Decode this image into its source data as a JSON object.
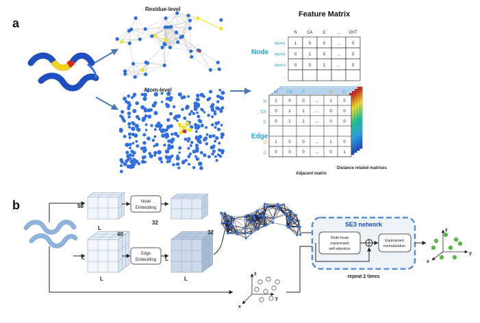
{
  "panel_a": {
    "letter": "a",
    "residue_title": "Residue-level",
    "atom_title": "Atom-level",
    "feature_title": "Feature Matrix",
    "node_label": "Node",
    "edge_label": "Edge",
    "node_matrix": {
      "col_headers": [
        "N",
        "CA",
        "C",
        "...",
        "OXT"
      ],
      "row_headers": [
        "Atom1",
        "Atom2",
        "Atom3",
        "..."
      ],
      "rows": [
        [
          "1",
          "0",
          "0",
          "...",
          "0"
        ],
        [
          "0",
          "1",
          "0",
          "...",
          "0"
        ],
        [
          "0",
          "0",
          "1",
          "...",
          "0"
        ],
        [
          "",
          "",
          "",
          "",
          ""
        ]
      ]
    },
    "edge_matrix": {
      "col_headers": [
        "N",
        "CA",
        "C",
        "...",
        "O",
        "C"
      ],
      "row_headers": [
        "N",
        "CA",
        "C",
        "...",
        "O",
        "C"
      ],
      "rows": [
        [
          "1",
          "0",
          "0",
          "...",
          "1",
          "0"
        ],
        [
          "0",
          "1",
          "1",
          "...",
          "0",
          "0"
        ],
        [
          "0",
          "1",
          "1",
          "...",
          "0",
          "0"
        ],
        [
          "",
          "",
          "",
          "",
          "",
          ""
        ],
        [
          "1",
          "0",
          "0",
          "...",
          "1",
          "0"
        ],
        [
          "0",
          "0",
          "0",
          "...",
          "0",
          "1"
        ]
      ]
    },
    "adjacent_label": "Adjacent matrix",
    "distance_label": "Distance related matrices"
  },
  "panel_b": {
    "letter": "b",
    "node_dim_in": "58",
    "node_L": "L",
    "node_embedding": [
      "Node",
      "Embedding"
    ],
    "node_dim_out": "32",
    "edge_dim_in": "40",
    "edge_L_left": "L",
    "edge_L_bottom": "L",
    "edge_embedding": [
      "Edge",
      "Embedding"
    ],
    "edge_dim_out": "32",
    "edge_out_L_left": "L",
    "edge_out_L_bottom": "L",
    "se3_title": "SE3 network",
    "attention_label": [
      "Multi-head",
      "equivariant",
      "self-attention"
    ],
    "norm_label": [
      "Equivariant",
      "normalization"
    ],
    "repeat_label": "repeat 2 times",
    "axes": {
      "x": "x",
      "y": "y",
      "z": "z"
    }
  },
  "colors": {
    "accent": "#1fa3d6",
    "node_blue": "#2a6fd6",
    "highlight": "#f5e11a",
    "highlight_red": "#e0241d",
    "arrow": "#4a78b4",
    "se3_border": "#5b8ed0",
    "cube_face": "#dce9f5",
    "cube_dark": "#b9cde3"
  }
}
